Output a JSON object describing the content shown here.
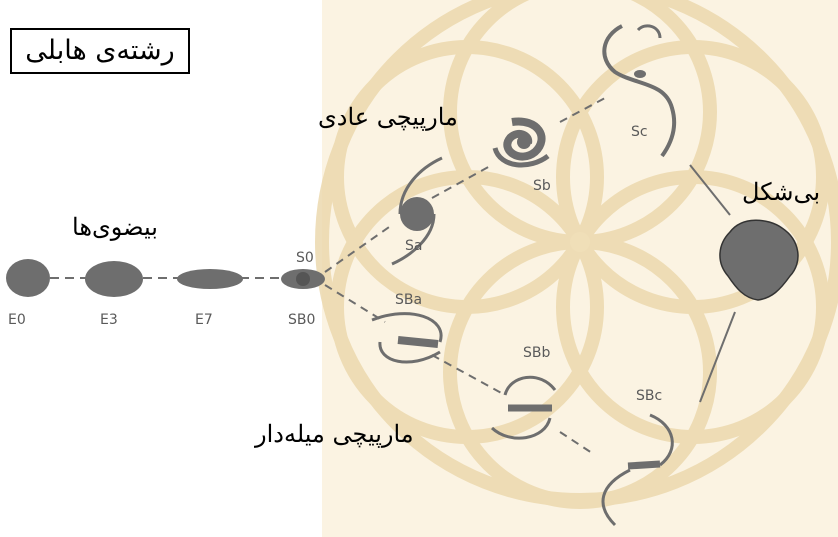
{
  "title": "رشته‌ی هابلی",
  "groups": {
    "elliptical": "بیضوی‌ها",
    "normal_spiral": "مارپیچی عادی",
    "barred_spiral": "مارپیچی میله‌دار",
    "irregular": "بی‌شکل"
  },
  "labels": {
    "E0": "E0",
    "E3": "E3",
    "E7": "E7",
    "SB0": "SB0",
    "S0": "S0",
    "Sa": "Sa",
    "Sb": "Sb",
    "Sc": "Sc",
    "SBa": "SBa",
    "SBb": "SBb",
    "SBc": "SBc"
  },
  "colors": {
    "galaxy": "#6e6e6e",
    "galaxy_dark": "#555555",
    "watermark": "#f5e6c8",
    "watermark_line": "#ead6a8",
    "connector": "#6e6e6e"
  }
}
